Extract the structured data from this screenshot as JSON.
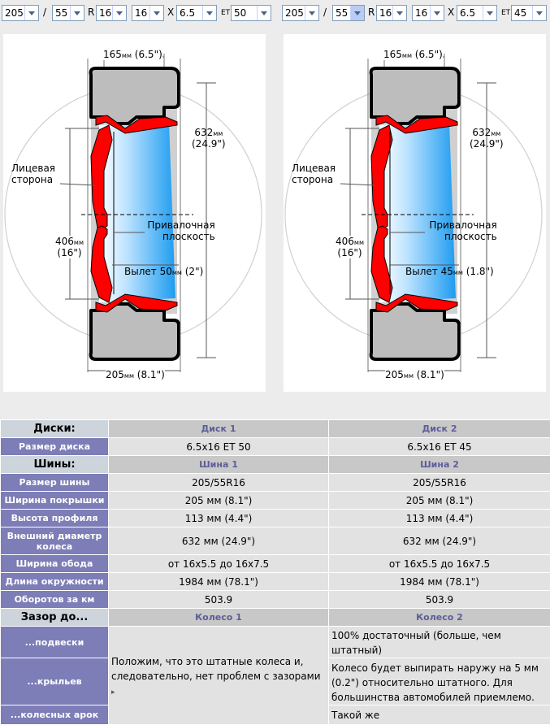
{
  "selectors": {
    "left": {
      "width": "205",
      "profile": "55",
      "r_sep": "R",
      "rim": "16",
      "wheel_diameter": "16",
      "x_sep": "X",
      "rim_width": "6.5",
      "et_label": "ET",
      "offset": "50"
    },
    "right": {
      "width": "205",
      "profile": "55",
      "r_sep": "R",
      "rim": "16",
      "wheel_diameter": "16",
      "x_sep": "X",
      "rim_width": "6.5",
      "et_label": "ET",
      "offset": "45"
    },
    "slash": "/"
  },
  "diagrams": {
    "left": {
      "top_width_num": "165",
      "top_width_unit": "мм",
      "top_width_in": " (6.5\")",
      "outer_num": "632",
      "outer_unit": "мм",
      "outer_in": "(24.9\")",
      "face_label_1": "Лицевая",
      "face_label_2": "сторона",
      "rim_num": "406",
      "rim_unit": "мм",
      "rim_in": "(16\")",
      "mount_1": "Привалочная",
      "mount_2": "плоскость",
      "offset_prefix": "Вылет ",
      "offset_num": "50",
      "offset_unit": "мм",
      "offset_in": " (2\")",
      "bottom_width_num": "205",
      "bottom_width_unit": "мм",
      "bottom_width_in": " (8.1\")"
    },
    "right": {
      "top_width_num": "165",
      "top_width_unit": "мм",
      "top_width_in": " (6.5\")",
      "outer_num": "632",
      "outer_unit": "мм",
      "outer_in": "(24.9\")",
      "face_label_1": "Лицевая",
      "face_label_2": "сторона",
      "rim_num": "406",
      "rim_unit": "мм",
      "rim_in": "(16\")",
      "mount_1": "Привалочная",
      "mount_2": "плоскость",
      "offset_prefix": "Вылет ",
      "offset_num": "45",
      "offset_unit": "мм",
      "offset_in": " (1.8\")",
      "bottom_width_num": "205",
      "bottom_width_unit": "мм",
      "bottom_width_in": " (8.1\")"
    }
  },
  "table": {
    "disks_header": "Диски:",
    "disk1": "Диск 1",
    "disk2": "Диск 2",
    "disk_size_label": "Размер диска",
    "disk_size_1": "6.5x16 ET 50",
    "disk_size_2": "6.5x16 ET 45",
    "tires_header": "Шины:",
    "tire1": "Шина 1",
    "tire2": "Шина 2",
    "tire_size_label": "Размер шины",
    "tire_size_1": "205/55R16",
    "tire_size_2": "205/55R16",
    "tread_label": "Ширина покрышки",
    "tread_1": "205 мм (8.1\")",
    "tread_2": "205 мм (8.1\")",
    "profile_label": "Высота профиля",
    "profile_1": "113 мм (4.4\")",
    "profile_2": "113 мм (4.4\")",
    "outer_label": "Внешний диаметр колеса",
    "outer_1": "632 мм (24.9\")",
    "outer_2": "632 мм (24.9\")",
    "rimw_label": "Ширина обода",
    "rimw_1": "от 16x5.5 до 16x7.5",
    "rimw_2": "от 16x5.5 до 16x7.5",
    "circ_label": "Длина окружности",
    "circ_1": "1984 мм (78.1\")",
    "circ_2": "1984 мм (78.1\")",
    "rev_label": "Оборотов за км",
    "rev_1": "503.9",
    "rev_2": "503.9",
    "clear_header": "Зазор до...",
    "wheel1": "Колесо 1",
    "wheel2": "Колесо 2",
    "susp_label": "...подвески",
    "susp_note_1": "Положим, что это штатные колеса и, следовательно, нет проблем с зазорами",
    "susp_note_2": "100% достаточный (больше, чем штатный)",
    "fender_label": "...крыльев",
    "fender_note_2": "Колесо будет выпирать наружу на 5 мм (0.2\") относительно штатного. Для большинства автомобилей приемлемо.",
    "arch_label": "...колесных арок",
    "arch_note_2": "Такой же"
  }
}
